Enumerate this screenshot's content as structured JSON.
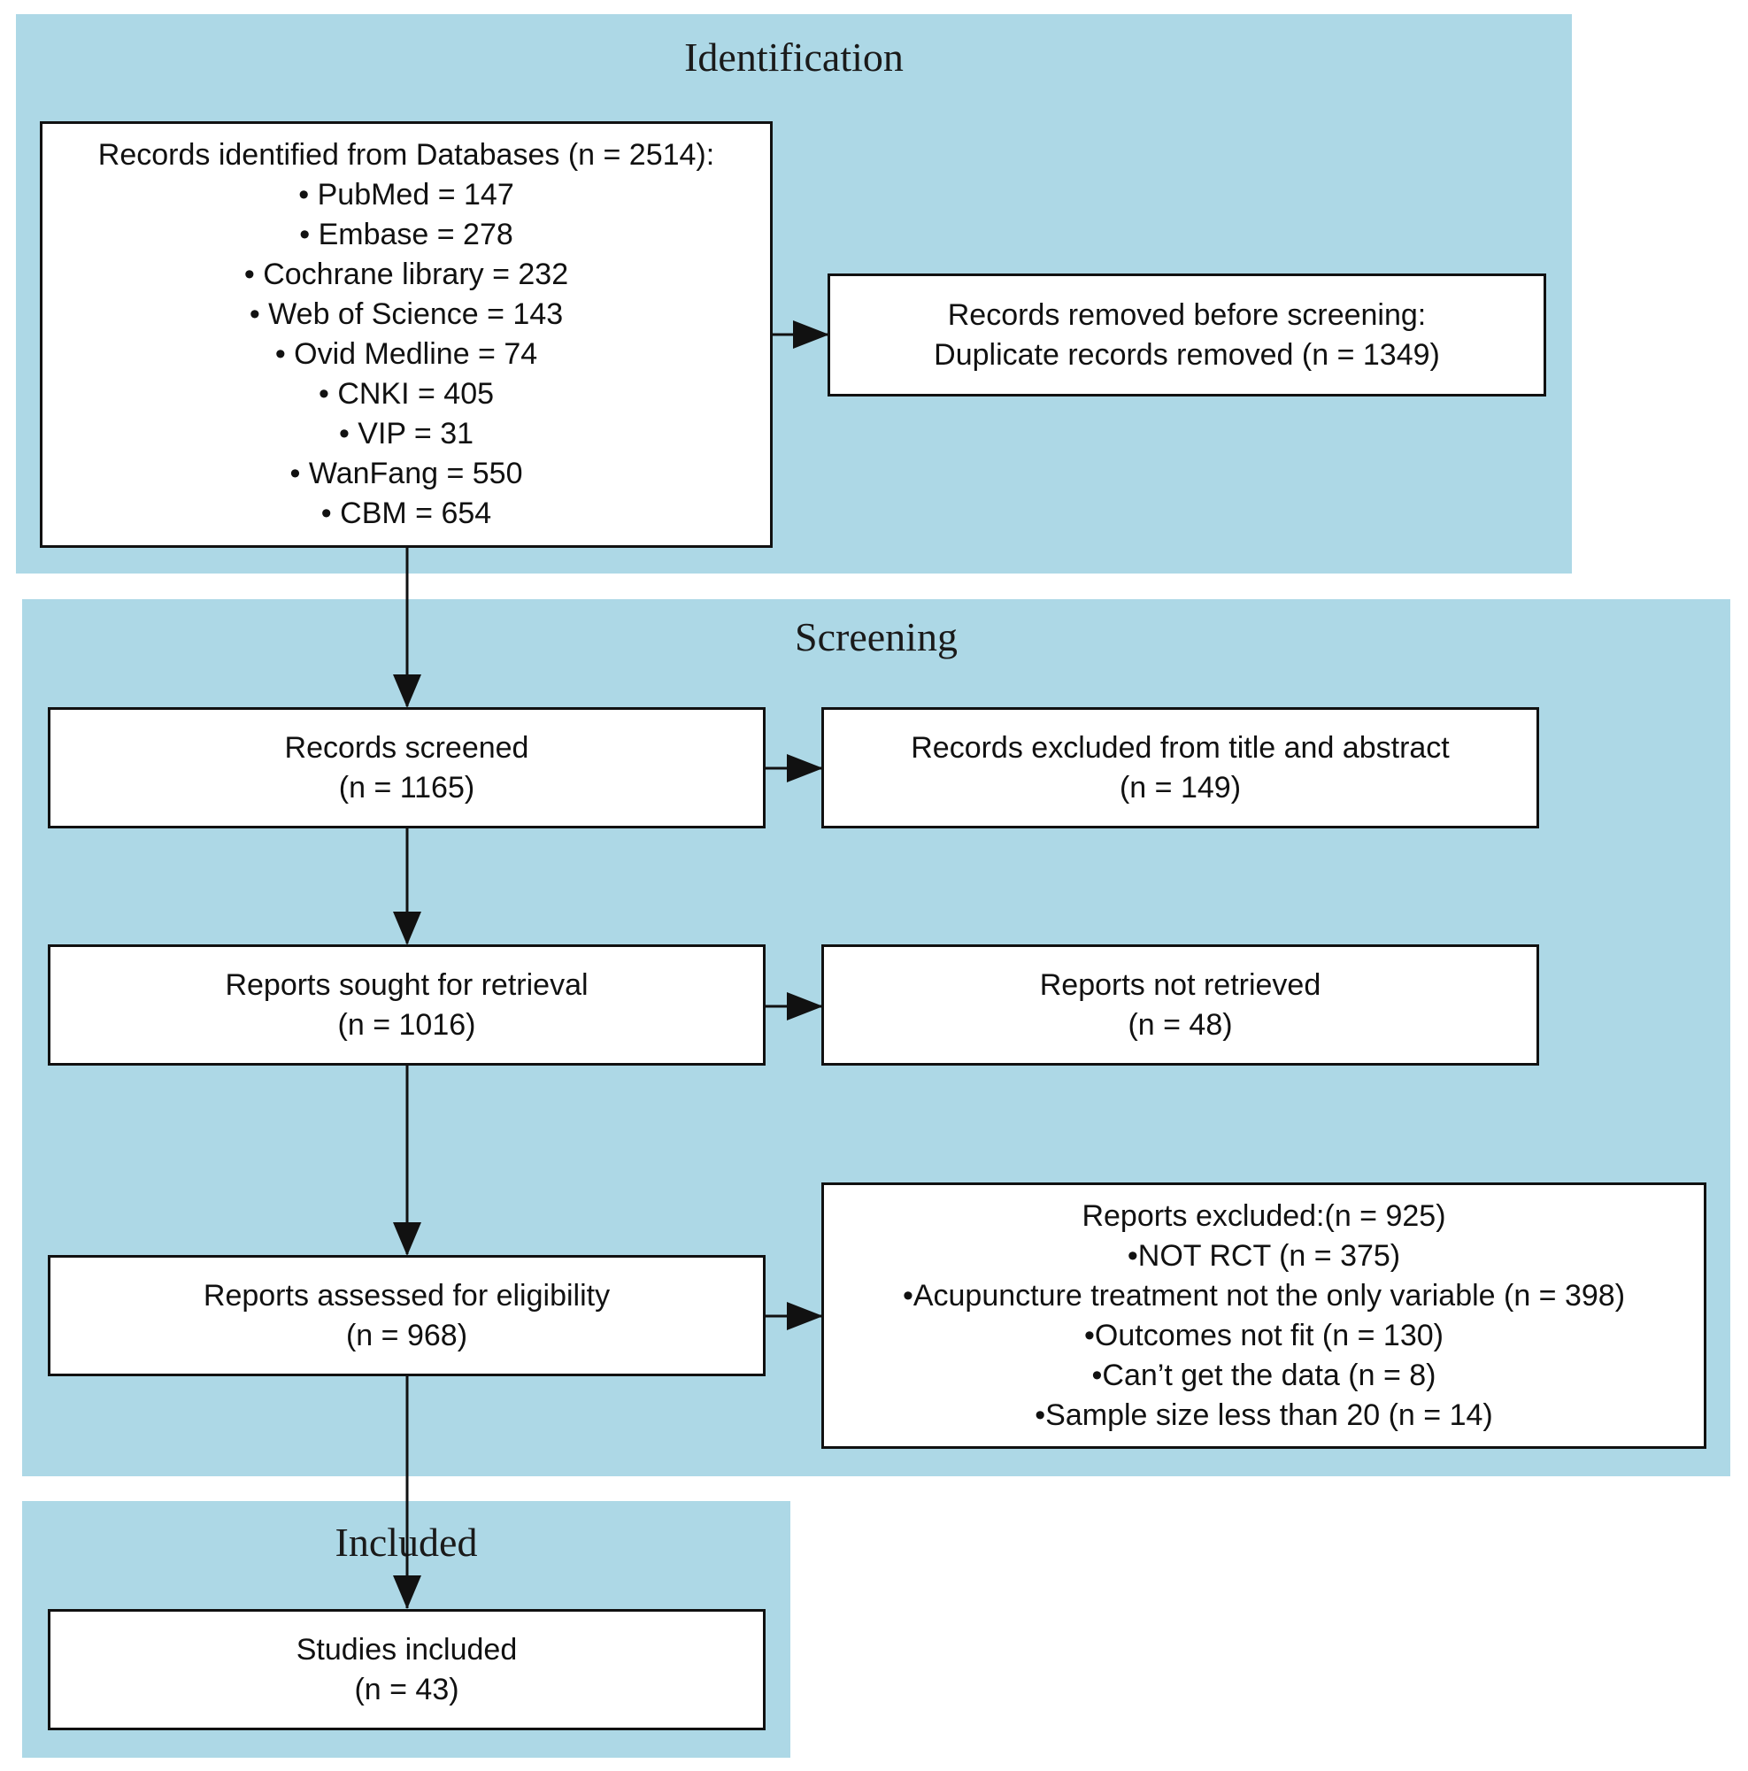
{
  "sections": {
    "identification": "Identification",
    "screening": "Screening",
    "included": "Included"
  },
  "boxes": {
    "records_identified": {
      "lines": [
        "Records identified from Databases (n = 2514):",
        "• PubMed = 147",
        "• Embase = 278",
        "• Cochrane library = 232",
        "• Web of Science = 143",
        "• Ovid Medline = 74",
        "• CNKI = 405",
        "• VIP = 31",
        "• WanFang = 550",
        "• CBM = 654"
      ]
    },
    "records_removed": {
      "lines": [
        "Records removed before screening:",
        "Duplicate records removed (n = 1349)"
      ]
    },
    "records_screened": {
      "lines": [
        "Records screened",
        "(n = 1165)"
      ]
    },
    "records_excluded": {
      "lines": [
        "Records excluded from title and abstract",
        "(n = 149)"
      ]
    },
    "reports_sought": {
      "lines": [
        "Reports sought for retrieval",
        "(n = 1016)"
      ]
    },
    "reports_not_retrieved": {
      "lines": [
        "Reports not retrieved",
        "(n = 48)"
      ]
    },
    "reports_assessed": {
      "lines": [
        "Reports assessed for eligibility",
        "(n = 968)"
      ]
    },
    "reports_excluded": {
      "lines": [
        "Reports excluded:(n = 925)",
        "•NOT RCT (n = 375)",
        "•Acupuncture treatment not the only variable (n = 398)",
        "•Outcomes not fit (n = 130)",
        "•Can’t get the data (n = 8)",
        "•Sample size less than 20 (n = 14)"
      ]
    },
    "studies_included": {
      "lines": [
        "Studies included",
        "(n = 43)"
      ]
    }
  },
  "colors": {
    "section_fill": "#add8e6",
    "box_fill": "#ffffff",
    "stroke": "#111111"
  }
}
